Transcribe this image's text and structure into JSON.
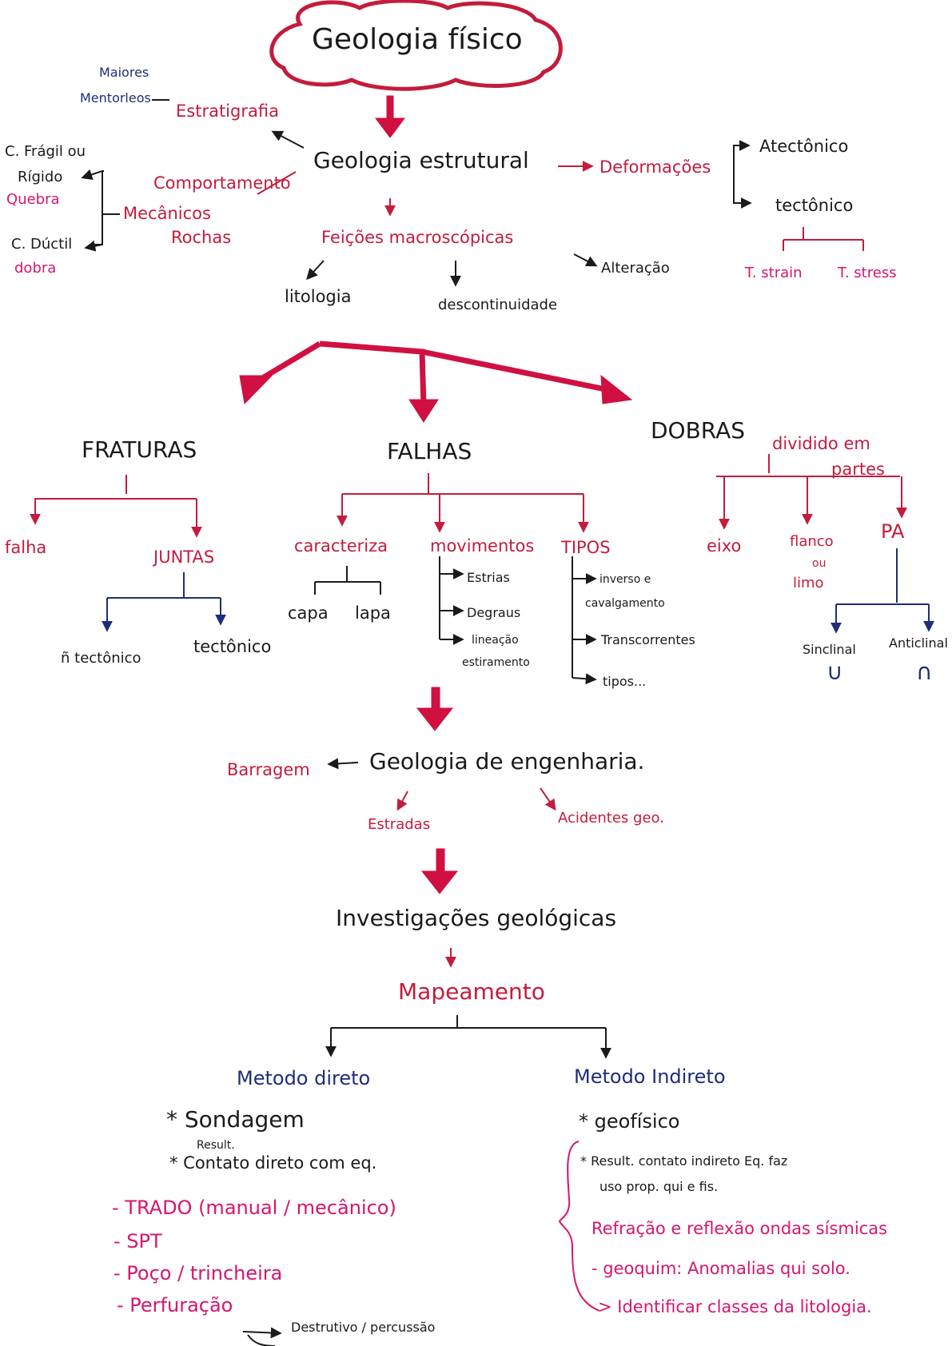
{
  "title": "Geologia físico",
  "estrutural": {
    "label": "Geologia estrutural",
    "estratigrafia": "Estratigrafia",
    "estratigrafia_note": [
      "Maiores",
      "Mentorleos"
    ],
    "comportamento": "Comportamento",
    "mecanico": [
      "Mecânicos",
      "Rochas"
    ],
    "fragil": [
      "C. Frágil ou",
      "Rígido"
    ],
    "fragil_note": "Quebra",
    "ductil": "C. Dúctil",
    "ductil_note": "dobra",
    "deformacoes": "Deformações",
    "atectonico": "Atectônico",
    "tectonico": "tectônico",
    "t_strain": "T. strain",
    "t_stress": "T. stress",
    "feicoes": "Feições macroscópicas",
    "alteracao": "Alteração",
    "litologia": "litologia",
    "descontinuidade": "descontinuidade"
  },
  "fraturas": {
    "label": "FRATURAS",
    "falha": "falha",
    "juntas": "JUNTAS",
    "n_tectonico": "ñ tectônico",
    "tectonico": "tectônico"
  },
  "falhas": {
    "label": "FALHAS",
    "caracteriza": "caracteriza",
    "capa": "capa",
    "lapa": "lapa",
    "movimentos": "movimentos",
    "estrias": "Estrias",
    "degraus": "Degraus",
    "lineacao": [
      "lineação",
      "estiramento"
    ],
    "tipos": "TIPOS",
    "inverso": [
      "inverso e",
      "cavalgamento"
    ],
    "transcorrentes": "Transcorrentes",
    "tipos_etc": "tipos..."
  },
  "dobras": {
    "label": "DOBRAS",
    "dividido": [
      "dividido em",
      "partes"
    ],
    "eixo": "eixo",
    "flanco": [
      "flanco",
      "ou",
      "limo"
    ],
    "pa": "PA",
    "sinclinal": "Sinclinal",
    "sinclinal_sym": "∪",
    "anticlinal": "Anticlinal",
    "anticlinal_sym": "∩"
  },
  "engenharia": {
    "label": "Geologia de engenharia.",
    "barragem": "Barragem",
    "estradas": "Estradas",
    "acidentes": "Acidentes geo."
  },
  "investigacoes": {
    "label": "Investigações geológicas",
    "mapeamento": "Mapeamento",
    "direto": {
      "label": "Metodo direto",
      "sondagem": "* Sondagem",
      "result_small": "Result.",
      "result": "* Contato direto com eq.",
      "items": [
        "- TRADO (manual / mecânico)",
        "- SPT",
        "- Poço / trincheira",
        "- Perfuração"
      ],
      "destrutivo": "Destrutivo / percussão"
    },
    "indireto": {
      "label": "Metodo Indireto",
      "geofisico": "* geofísico",
      "result": [
        "* Result. contato indireto Eq. faz",
        "uso prop. qui e fis."
      ],
      "items": [
        "Refração e reflexão ondas sísmicas",
        "- geoquim: Anomalias qui solo.",
        "> Identificar classes da litologia."
      ]
    }
  },
  "colors": {
    "red": "#c41c3c",
    "blue": "#1f2d7a",
    "pink": "#d8156e",
    "black": "#1a1a1a"
  }
}
